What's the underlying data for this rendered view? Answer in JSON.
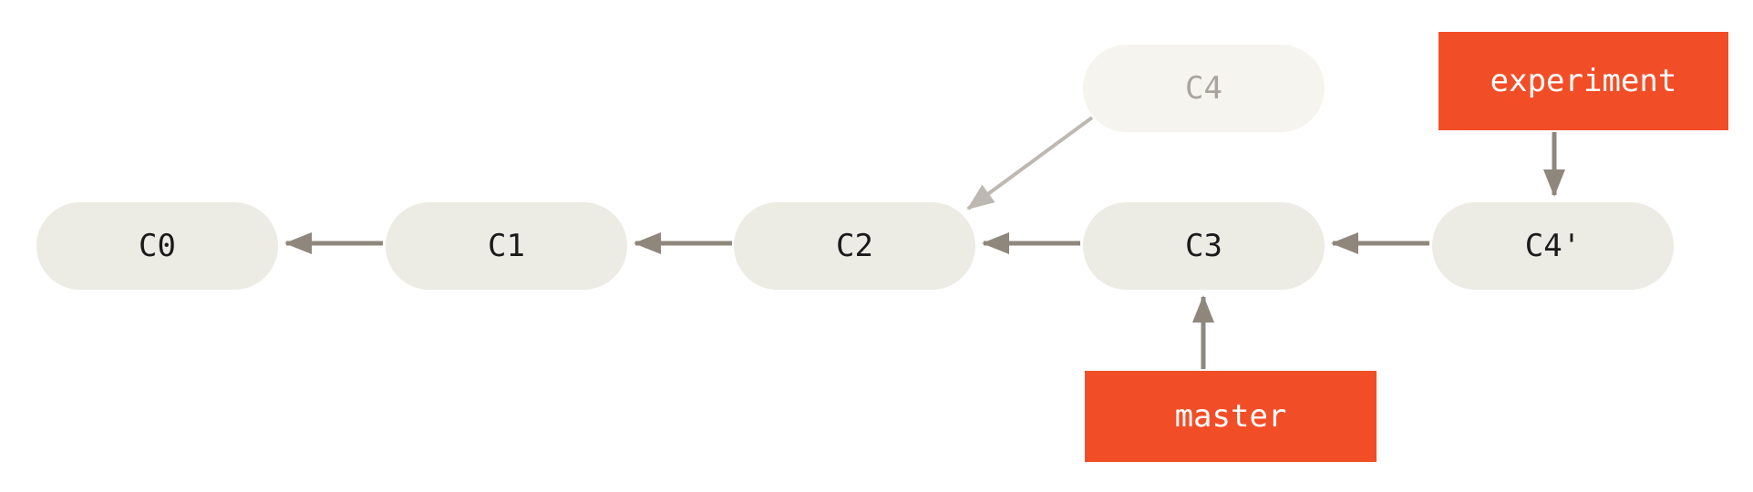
{
  "figure": {
    "title": "git rebase commit graph",
    "commits": [
      {
        "label": "C0"
      },
      {
        "label": "C1"
      },
      {
        "label": "C2"
      },
      {
        "label": "C3"
      },
      {
        "label": "C4'"
      }
    ],
    "ghost_commit": {
      "label": "C4",
      "style": "faded"
    },
    "branches": [
      {
        "label": "experiment",
        "points_to": "C4'"
      },
      {
        "label": "master",
        "points_to": "C3"
      }
    ],
    "edges": [
      {
        "from": "C1",
        "to": "C0",
        "style": "solid"
      },
      {
        "from": "C2",
        "to": "C1",
        "style": "solid"
      },
      {
        "from": "C3",
        "to": "C2",
        "style": "solid"
      },
      {
        "from": "C4'",
        "to": "C3",
        "style": "solid"
      },
      {
        "from": "C4",
        "to": "C2",
        "style": "faded"
      },
      {
        "from": "experiment",
        "to": "C4'",
        "style": "solid"
      },
      {
        "from": "master",
        "to": "C3",
        "style": "solid"
      }
    ],
    "colors": {
      "commit_fill": "#ECEBE4",
      "commit_text": "#1A1A1A",
      "ghost_fill": "#F5F4EE",
      "ghost_text": "#A9A49D",
      "arrow": "#8F877C",
      "ghost_arrow": "#BDB8B0",
      "branch_fill": "#F14E28",
      "branch_text": "#FFFFFF",
      "background": "#FFFFFF"
    }
  }
}
